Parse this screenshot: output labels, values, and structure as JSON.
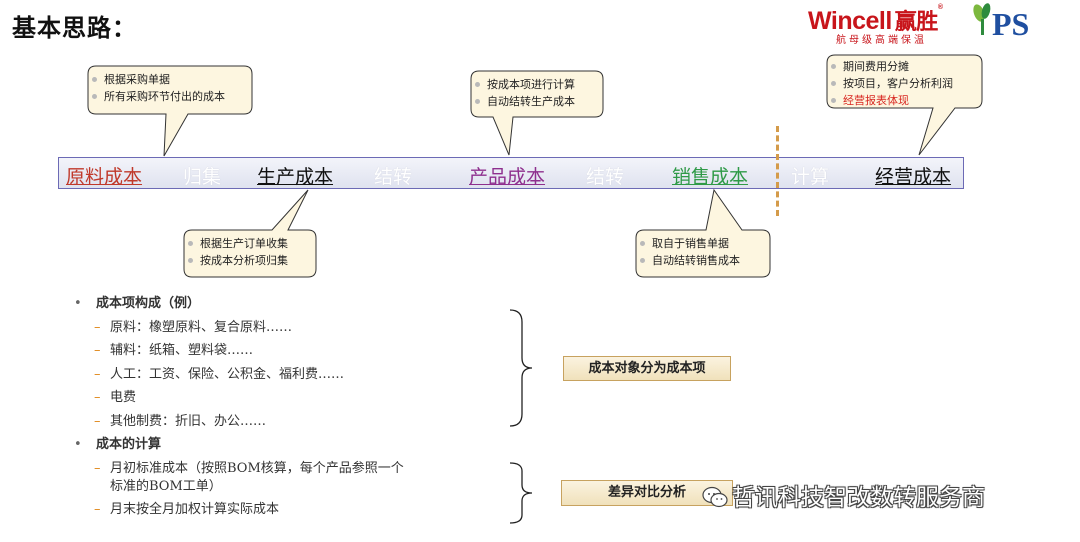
{
  "title": "基本思路：",
  "logo": {
    "brand": "Wincell",
    "brand_cn": "赢胜",
    "reg": "®",
    "tagline": "航母级高端保温",
    "ps": "PS"
  },
  "timeline": [
    {
      "label": "原料成本",
      "color": "#c0392b",
      "style": "main"
    },
    {
      "label": "归集",
      "style": "connector"
    },
    {
      "label": "生产成本",
      "color": "#111111",
      "style": "main"
    },
    {
      "label": "结转",
      "style": "connector"
    },
    {
      "label": "产品成本",
      "color": "#8e2f8e",
      "style": "main"
    },
    {
      "label": "结转",
      "style": "connector"
    },
    {
      "label": "销售成本",
      "color": "#2f9a47",
      "style": "main"
    },
    {
      "label": "计算",
      "style": "connector"
    },
    {
      "label": "经营成本",
      "color": "#111111",
      "style": "main"
    }
  ],
  "callouts": {
    "raw": [
      "根据采购单据",
      "所有采购环节付出的成本"
    ],
    "production": [
      "根据生产订单收集",
      "按成本分析项归集"
    ],
    "product": [
      "按成本项进行计算",
      "自动结转生产成本"
    ],
    "sales": [
      "取自于销售单据",
      "自动结转销售成本"
    ],
    "operating": [
      "期间费用分摊",
      "按项目，客户分析利润",
      "经营报表体现"
    ]
  },
  "outline": {
    "section1": "成本项构成（例）",
    "items1": [
      "原料：橡塑原料、复合原料……",
      "辅料：纸箱、塑料袋……",
      "人工：工资、保险、公积金、福利费……",
      "电费",
      "其他制费：折旧、办公……"
    ],
    "section2": "成本的计算",
    "items2_a_line1": "月初标准成本（按照BOM核算，每个产品参照一个",
    "items2_a_line2": "标准的BOM工单）",
    "items2_b": "月末按全月加权计算实际成本"
  },
  "boxes": {
    "split": "成本对象分为成本项",
    "compare": "差异对比分析"
  },
  "watermark": "哲讯科技智改数转服务商"
}
